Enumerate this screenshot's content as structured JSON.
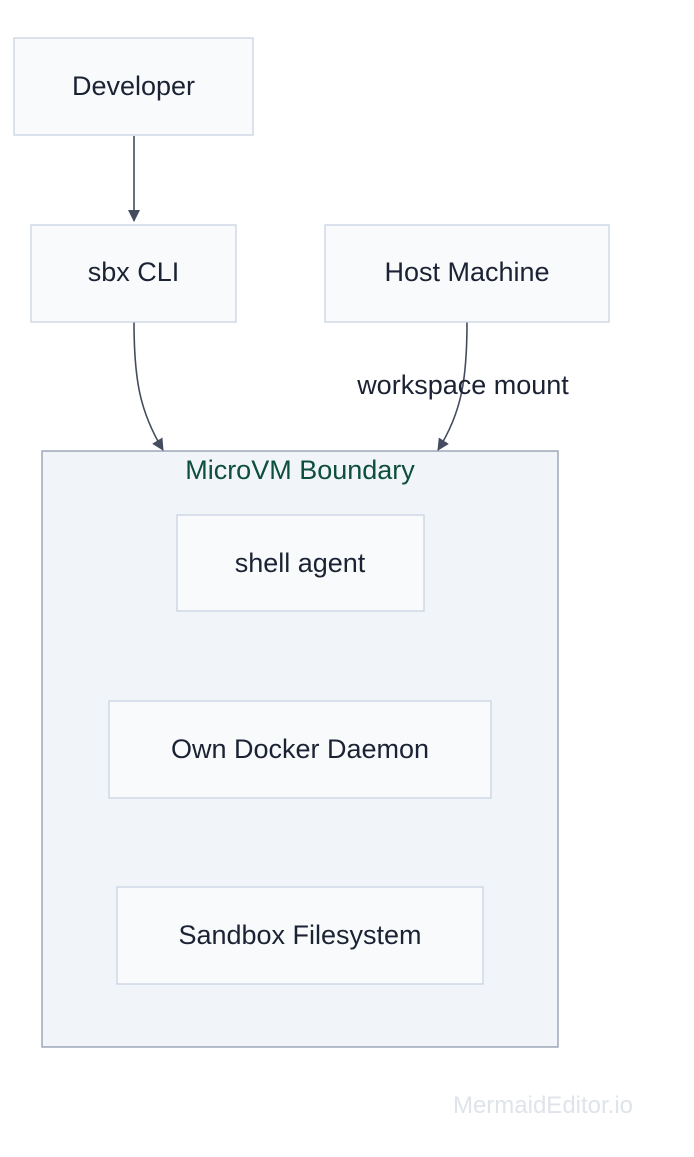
{
  "diagram": {
    "nodes": {
      "developer": "Developer",
      "sbx_cli": "sbx CLI",
      "host_machine": "Host Machine",
      "shell_agent": "shell agent",
      "docker_daemon": "Own Docker Daemon",
      "sandbox_fs": "Sandbox Filesystem"
    },
    "group": {
      "label": "MicroVM Boundary"
    },
    "edges": [
      {
        "from": "Developer",
        "to": "sbx CLI",
        "label": ""
      },
      {
        "from": "sbx CLI",
        "to": "MicroVM Boundary",
        "label": ""
      },
      {
        "from": "Host Machine",
        "to": "MicroVM Boundary",
        "label": "workspace mount"
      }
    ],
    "edge_labels": {
      "workspace_mount": "workspace mount"
    }
  },
  "watermark": {
    "text": "MermaidEditor.io"
  },
  "colors": {
    "group_label": "#0d4f3a",
    "watermark": "#dfe3ea"
  }
}
